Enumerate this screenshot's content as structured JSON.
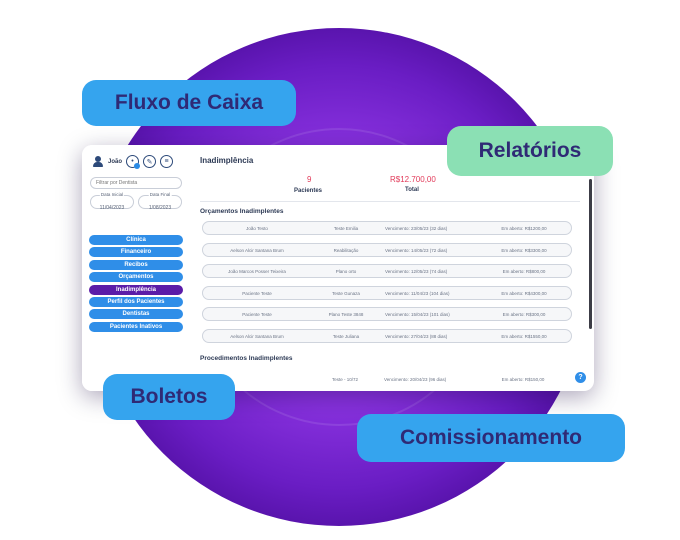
{
  "user": {
    "name": "João"
  },
  "sidebar": {
    "filter_placeholder": "Filtrar por Dentista",
    "date_start": {
      "label": "Data Inicial",
      "value": "11/04/2023"
    },
    "date_end": {
      "label": "Data Final",
      "value": "1/08/2023"
    },
    "items": [
      {
        "label": "Clínica",
        "active": false
      },
      {
        "label": "Financeiro",
        "active": false
      },
      {
        "label": "Recibos",
        "active": false
      },
      {
        "label": "Orçamentos",
        "active": false
      },
      {
        "label": "Inadimplência",
        "active": true
      },
      {
        "label": "Perfil dos Pacientes",
        "active": false
      },
      {
        "label": "Dentistas",
        "active": false
      },
      {
        "label": "Pacientes Inativos",
        "active": false
      }
    ]
  },
  "main": {
    "title": "Inadimplência",
    "summary": {
      "patients_value": "9",
      "patients_label": "Pacientes",
      "total_value": "R$12.700,00",
      "total_label": "Total"
    },
    "section_budgets": "Orçamentos Inadimplentes",
    "section_procedures": "Procedimentos Inadimplentes",
    "budget_rows": [
      {
        "patient": "João Testo",
        "plan": "Teste Emilia",
        "due": "Vencimento: 23/05/23 (32 dias)",
        "open": "Em aberto: R$1200,00"
      },
      {
        "patient": "Aelson Alcir Santana Brum",
        "plan": "Reabilitação",
        "due": "Vencimento: 14/05/23 (72 dias)",
        "open": "Em aberto: R$3300,00"
      },
      {
        "patient": "João Marcos Posser Teixeira",
        "plan": "Plano orto",
        "due": "Vencimento: 12/05/23 (74 dias)",
        "open": "Em aberto: R$800,00"
      },
      {
        "patient": "Paciente Teste",
        "plan": "Teste Gunaza",
        "due": "Vencimento: 11/04/23 (104 dias)",
        "open": "Em aberto: R$4300,00"
      },
      {
        "patient": "Paciente Teste",
        "plan": "Plano Teste 3848",
        "due": "Vencimento: 15/04/23 (101 dias)",
        "open": "Em aberto: R$300,00"
      },
      {
        "patient": "Aelson Alcir Santana Brum",
        "plan": "Teste Juliana",
        "due": "Vencimento: 27/04/23 (88 dias)",
        "open": "Em aberto: R$1550,00"
      }
    ],
    "procedure_rows": [
      {
        "patient": "",
        "plan": "Teste - 10/72",
        "due": "Vencimento: 20/04/23 (96 dias)",
        "open": "Em aberto: R$150,00"
      }
    ],
    "help": "?"
  },
  "features": {
    "fluxo": "Fluxo de Caixa",
    "relatorios": "Relatórios",
    "boletos": "Boletos",
    "comissionamento": "Comissionamento"
  },
  "colors": {
    "circle": "#7b2fd9",
    "pill_blue": "#35a4ee",
    "pill_green": "#8be0b4",
    "nav_blue": "#2f8ee8",
    "nav_active": "#5b1ca8",
    "highlight_red": "#e23b5a"
  }
}
